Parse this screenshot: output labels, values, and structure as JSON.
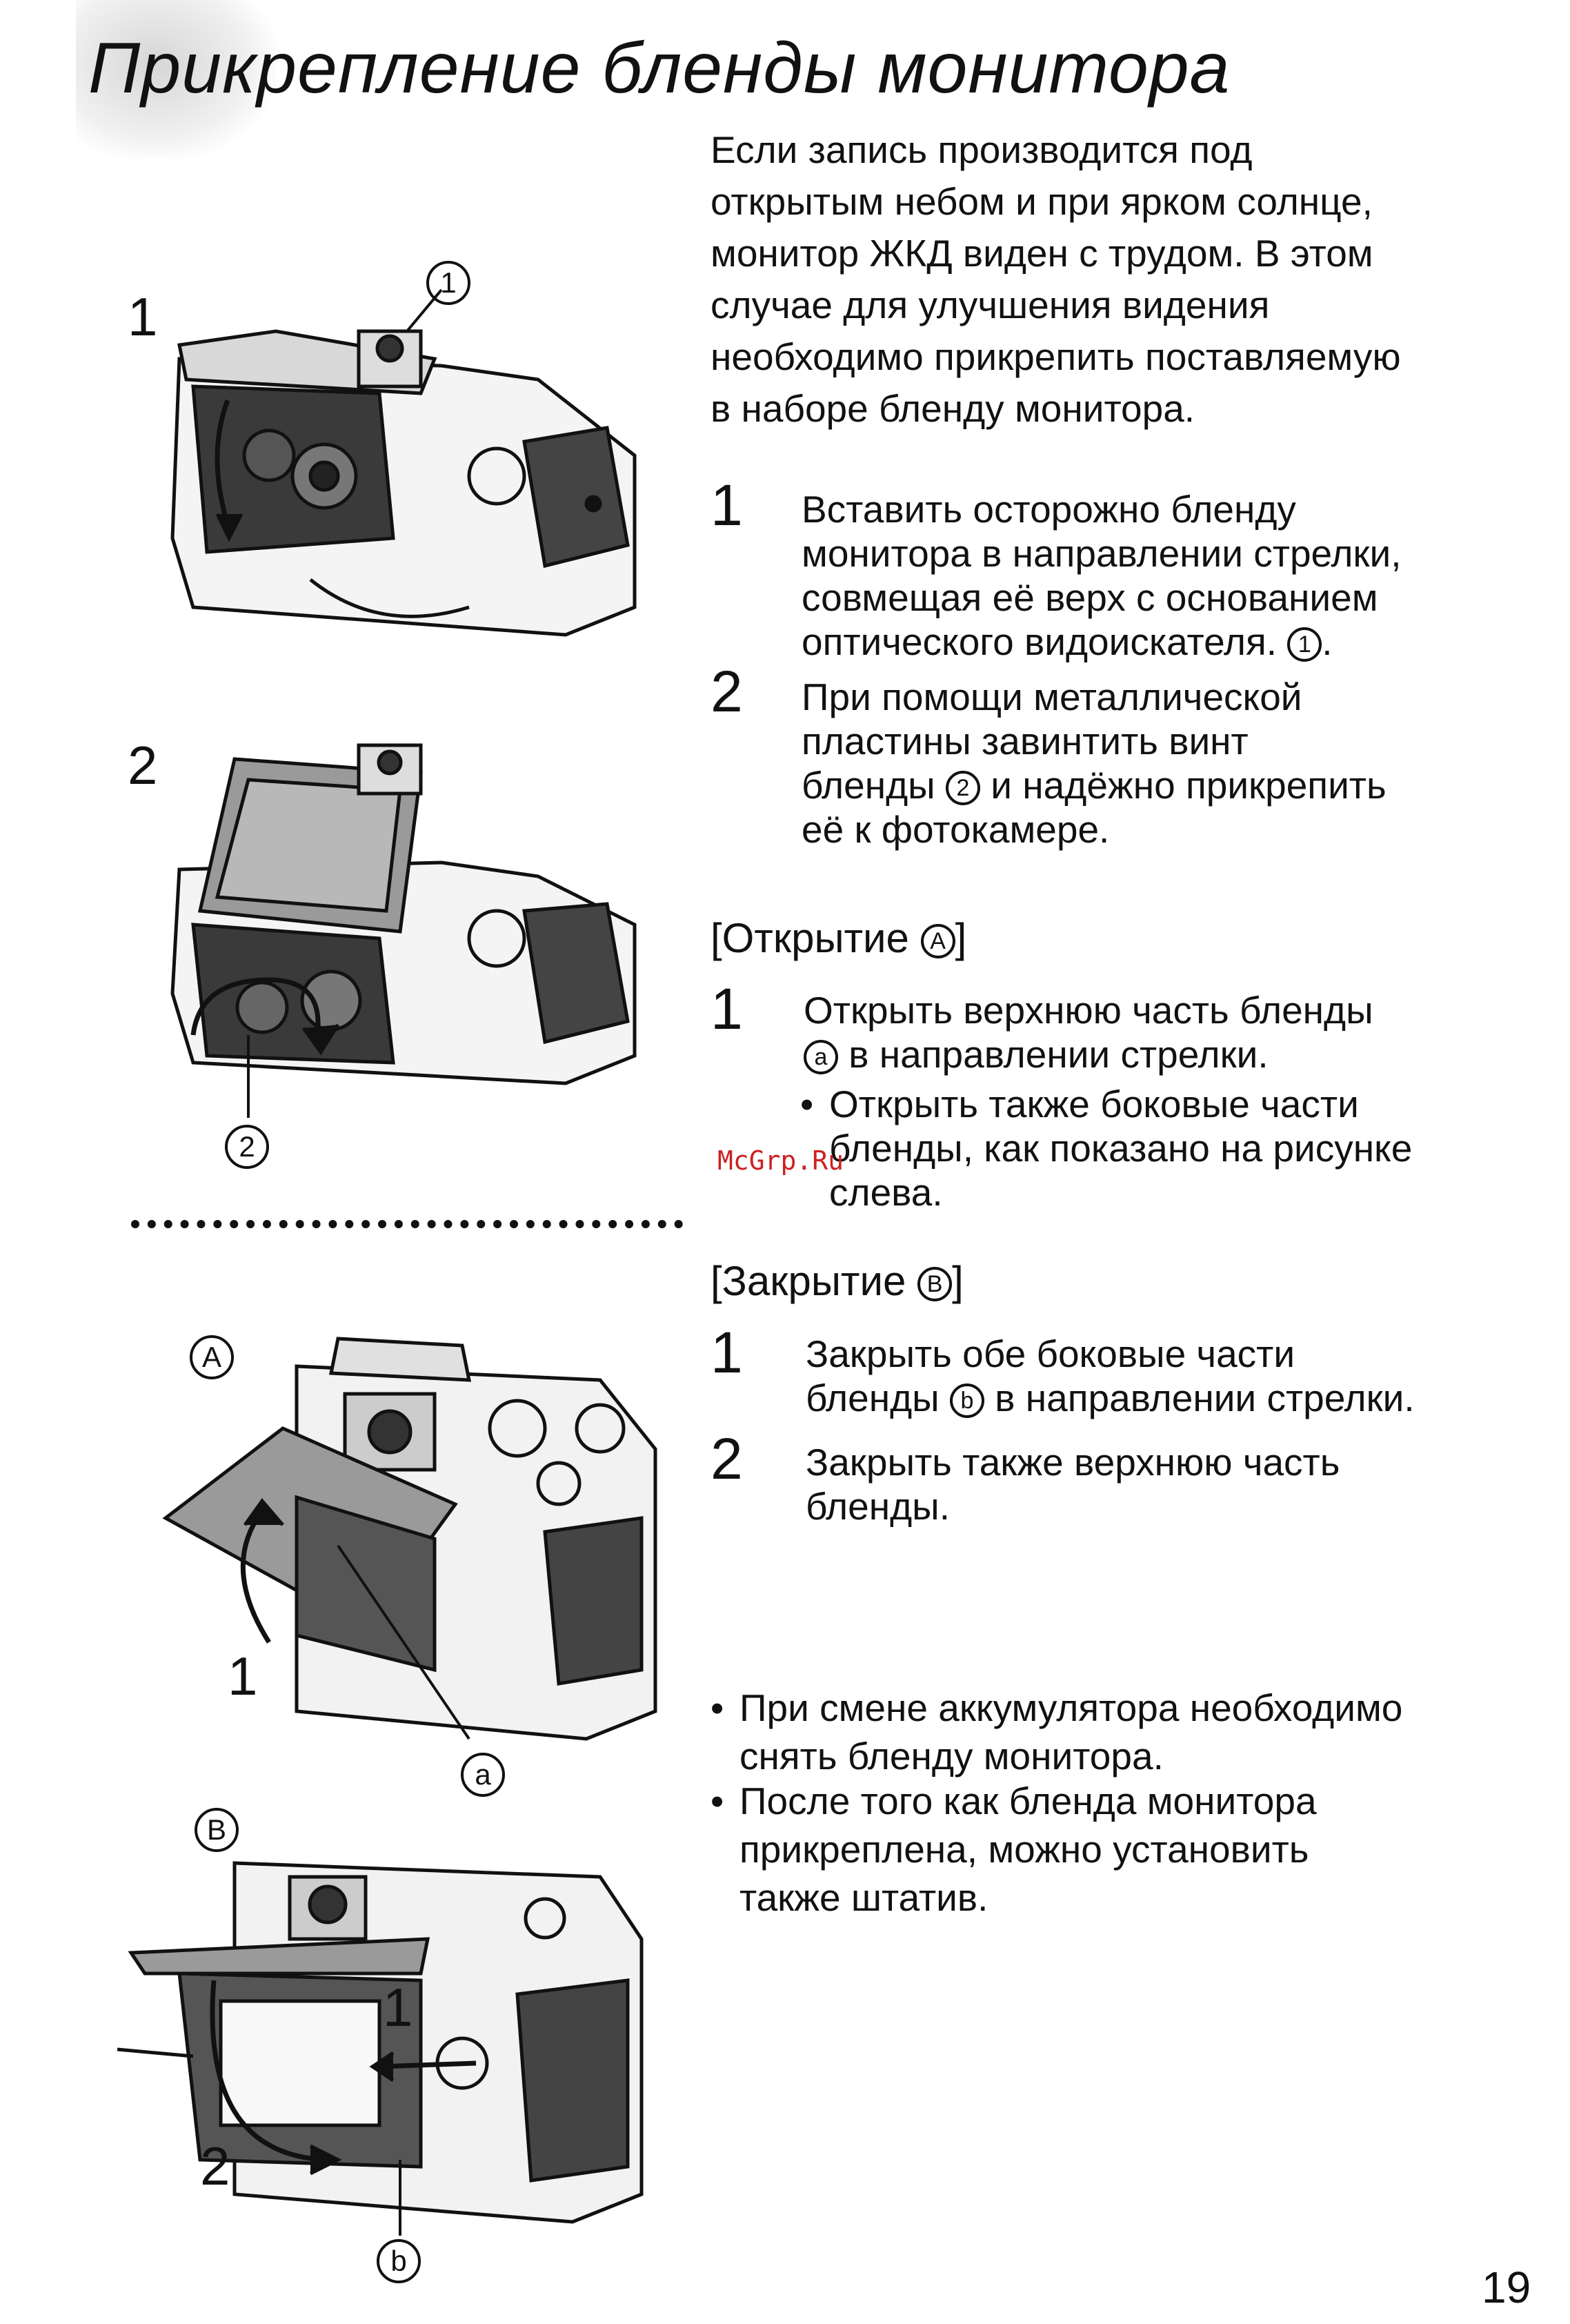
{
  "title": "Прикрепление бленды монитора",
  "intro": "Если запись производится под\nоткрытым небом и при ярком солнце,\nмонитор ЖКД виден с трудом. В этом\nслучае для улучшения видения\nнеобходимо прикрепить поставляемую\nв наборе бленду монитора.",
  "attach_steps": [
    {
      "num": "1",
      "text": "Вставить осторожно бленду\nмонитора в направлении стрелки,\nсовмещая её верх с основанием\nоптического видоискателя.",
      "mark": "1",
      "suffix": "."
    },
    {
      "num": "2",
      "text_before": "При помощи металлической\nпластины завинтить винт\nбленды",
      "mark": "2",
      "text_after": "и надёжно прикрепить\nеё к фотокамере."
    }
  ],
  "opening": {
    "heading_prefix": "[Открытие",
    "heading_mark": "A",
    "heading_suffix": "]",
    "step_num": "1",
    "step_line1": "Открыть верхнюю часть бленды",
    "step_mark": "a",
    "step_line2": "в направлении стрелки.",
    "note_bullet": "•",
    "note": "Открыть также боковые части\nбленды, как показано на рисунке\nслева."
  },
  "closing": {
    "heading_prefix": "[Закрытие",
    "heading_mark": "B",
    "heading_suffix": "]",
    "steps": [
      {
        "num": "1",
        "line1": "Закрыть обе боковые части",
        "line2_before": "бленды",
        "mark": "b",
        "line2_after": "в направлении стрелки."
      },
      {
        "num": "2",
        "text": "Закрыть также верхнюю часть\nбленды."
      }
    ]
  },
  "notes": [
    {
      "bullet": "•",
      "text": "При смене аккумулятора необходимо\nснять бленду монитора."
    },
    {
      "bullet": "•",
      "text": "После того как бленда монитора\nприкреплена, можно установить\nтакже штатив."
    }
  ],
  "figures": {
    "fig1_label": "1",
    "fig1_callout": "1",
    "fig2_label": "2",
    "fig2_callout": "2",
    "figA_label": "A",
    "figA_step": "1",
    "figA_callout": "a",
    "figB_label": "B",
    "figB_step1": "1",
    "figB_step2": "2",
    "figB_callout": "b"
  },
  "watermark": "McGrp.Ru",
  "page_number": "19",
  "colors": {
    "ink": "#111111",
    "watermark": "#cc2222",
    "paper": "#ffffff"
  }
}
